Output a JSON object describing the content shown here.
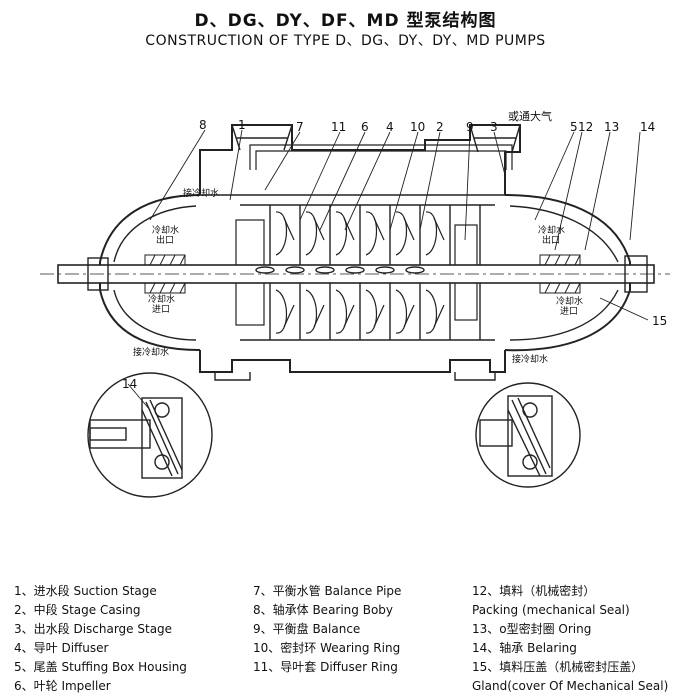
{
  "title_cn": "D、DG、DY、DF、MD 型泵结构图",
  "title_en": "CONSTRUCTION OF TYPE D、DG、DY、DY、MD PUMPS",
  "callouts": [
    "8",
    "1",
    "7",
    "11",
    "6",
    "4",
    "10",
    "2",
    "9",
    "3",
    "5",
    "12",
    "13",
    "14",
    "15",
    "14"
  ],
  "annotations": {
    "atmosphere": "或通大气",
    "cooling_water_in_top": "接冷却水",
    "cooling_water_out_left": "冷却水",
    "cooling_water_out_left_2": "出口",
    "cooling_water_in_left": "冷却水",
    "cooling_water_in_left_2": "进口",
    "cooling_water_out_right": "冷却水",
    "cooling_water_out_right_2": "出口",
    "cooling_water_in_right": "冷却水",
    "cooling_water_in_right_2": "进口",
    "cooling_water_bottom_left": "接冷却水",
    "cooling_water_bottom_right": "接冷却水"
  },
  "legend": {
    "col1": [
      "1、进水段 Suction Stage",
      "2、中段 Stage Casing",
      "3、出水段 Discharge Stage",
      "4、导叶 Diffuser",
      "5、尾盖 Stuffing Box Housing",
      "6、叶轮 Impeller"
    ],
    "col2": [
      "7、平衡水管 Balance Pipe",
      "8、轴承体 Bearing Boby",
      "9、平衡盘 Balance",
      "10、密封环 Wearing Ring",
      "11、导叶套 Diffuser Ring"
    ],
    "col3": [
      "12、填料（机械密封）",
      "Packing (mechanical Seal)",
      "13、o型密封圈 Oring",
      "14、轴承 Belaring",
      "15、填料压盖（机械密封压盖）",
      "Gland(cover Of Mechanical Seal)"
    ]
  }
}
